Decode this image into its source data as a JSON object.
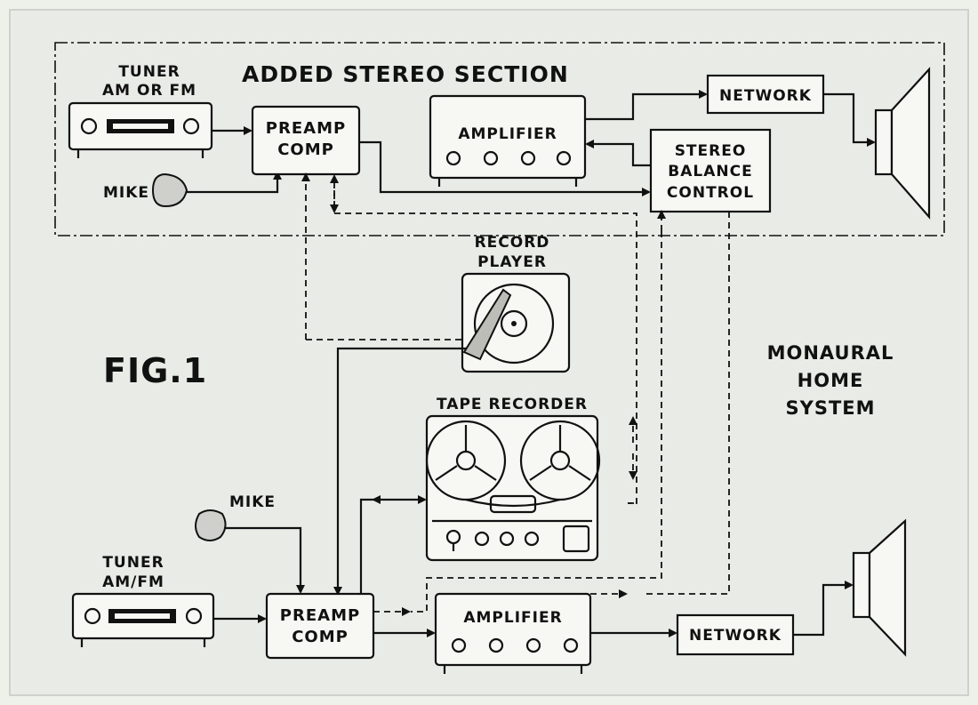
{
  "diagram": {
    "title_stereo": "ADDED STEREO SECTION",
    "fig_label": "FIG.1",
    "mono_label": [
      "MONAURAL",
      "HOME",
      "SYSTEM"
    ],
    "stereo": {
      "tuner": [
        "TUNER",
        "AM OR FM"
      ],
      "mike": "MIKE",
      "preamp": [
        "PREAMP",
        "COMP"
      ],
      "amplifier": "AMPLIFIER",
      "network": "NETWORK",
      "balance": [
        "STEREO",
        "BALANCE",
        "CONTROL"
      ]
    },
    "shared": {
      "record_player": [
        "RECORD",
        "PLAYER"
      ],
      "tape_recorder": "TAPE RECORDER"
    },
    "mono": {
      "tuner": [
        "TUNER",
        "AM/FM"
      ],
      "mike": "MIKE",
      "preamp": [
        "PREAMP",
        "COMP"
      ],
      "amplifier": "AMPLIFIER",
      "network": "NETWORK"
    }
  }
}
